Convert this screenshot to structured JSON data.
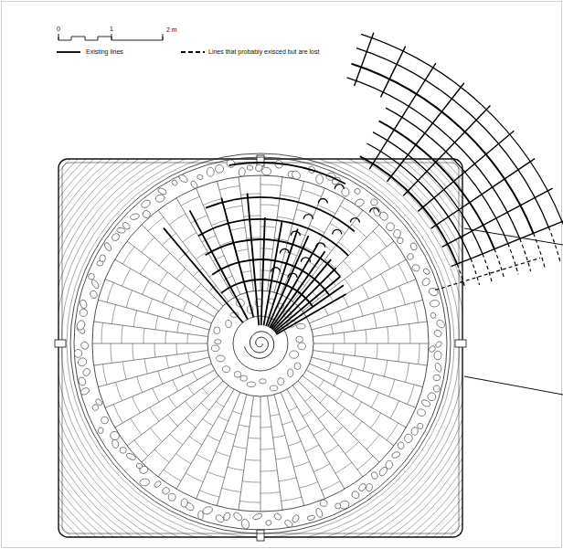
{
  "diagram": {
    "labels": [
      "0",
      "1",
      "2 m"
    ],
    "legend": [
      {
        "text": "Existing lines"
      },
      {
        "text": "Lines that probably exisced but are lost"
      }
    ]
  }
}
